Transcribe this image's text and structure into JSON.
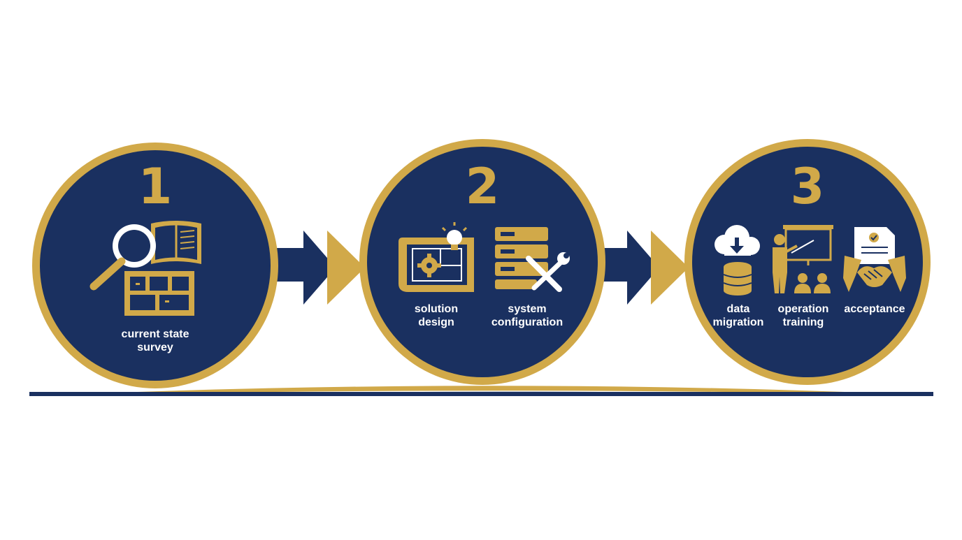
{
  "colors": {
    "navy": "#1a3060",
    "gold": "#d1a949",
    "white": "#ffffff",
    "background": "#ffffff"
  },
  "stages": [
    {
      "number": "1",
      "items": [
        {
          "icon": "survey-book-magnifier-icon",
          "line1": "current state",
          "line2": "survey"
        }
      ]
    },
    {
      "number": "2",
      "items": [
        {
          "icon": "blueprint-lightbulb-gear-icon",
          "line1": "solution",
          "line2": "design"
        },
        {
          "icon": "server-wrench-screwdriver-icon",
          "line1": "system",
          "line2": "configuration"
        }
      ]
    },
    {
      "number": "3",
      "items": [
        {
          "icon": "cloud-database-download-icon",
          "line1": "data",
          "line2": "migration"
        },
        {
          "icon": "presenter-audience-icon",
          "line1": "operation",
          "line2": "training"
        },
        {
          "icon": "handshake-certificate-icon",
          "line1": "acceptance",
          "line2": ""
        }
      ]
    }
  ]
}
